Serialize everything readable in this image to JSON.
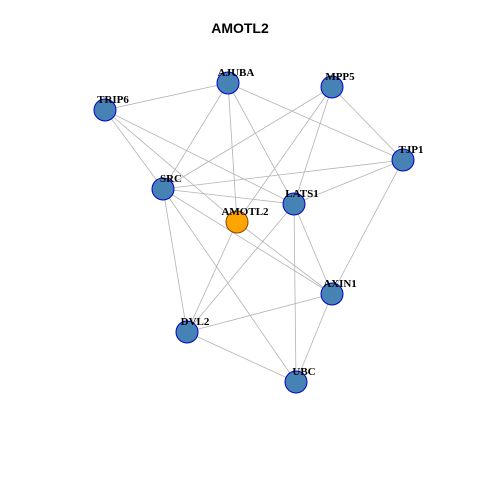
{
  "title": "AMOTL2",
  "colors": {
    "node_fill": "#4682b4",
    "node_stroke": "#0000cd",
    "center_fill": "#ffa500",
    "center_stroke": "#8b4500",
    "edge": "#b3b3b3",
    "label": "#000000"
  },
  "nodes": [
    {
      "id": "AJUBA",
      "label": "AJUBA",
      "center": false
    },
    {
      "id": "MPP5",
      "label": "MPP5",
      "center": false
    },
    {
      "id": "TRIP6",
      "label": "TRIP6",
      "center": false
    },
    {
      "id": "TJP1",
      "label": "TJP1",
      "center": false
    },
    {
      "id": "SRC",
      "label": "SRC",
      "center": false
    },
    {
      "id": "LATS1",
      "label": "LATS1",
      "center": false
    },
    {
      "id": "AMOTL2",
      "label": "AMOTL2",
      "center": true
    },
    {
      "id": "AXIN1",
      "label": "AXIN1",
      "center": false
    },
    {
      "id": "DVL2",
      "label": "DVL2",
      "center": false
    },
    {
      "id": "UBC",
      "label": "UBC",
      "center": false
    }
  ],
  "edges": [
    [
      "TRIP6",
      "AJUBA"
    ],
    [
      "TRIP6",
      "SRC"
    ],
    [
      "TRIP6",
      "AMOTL2"
    ],
    [
      "TRIP6",
      "LATS1"
    ],
    [
      "AJUBA",
      "SRC"
    ],
    [
      "AJUBA",
      "AMOTL2"
    ],
    [
      "AJUBA",
      "LATS1"
    ],
    [
      "AJUBA",
      "TJP1"
    ],
    [
      "MPP5",
      "SRC"
    ],
    [
      "MPP5",
      "AMOTL2"
    ],
    [
      "MPP5",
      "LATS1"
    ],
    [
      "MPP5",
      "TJP1"
    ],
    [
      "TJP1",
      "SRC"
    ],
    [
      "TJP1",
      "LATS1"
    ],
    [
      "TJP1",
      "AXIN1"
    ],
    [
      "SRC",
      "AXIN1"
    ],
    [
      "SRC",
      "DVL2"
    ],
    [
      "SRC",
      "UBC"
    ],
    [
      "SRC",
      "LATS1"
    ],
    [
      "AMOTL2",
      "AXIN1"
    ],
    [
      "AMOTL2",
      "DVL2"
    ],
    [
      "LATS1",
      "AXIN1"
    ],
    [
      "LATS1",
      "DVL2"
    ],
    [
      "LATS1",
      "UBC"
    ],
    [
      "AXIN1",
      "DVL2"
    ],
    [
      "AXIN1",
      "UBC"
    ],
    [
      "DVL2",
      "UBC"
    ]
  ]
}
